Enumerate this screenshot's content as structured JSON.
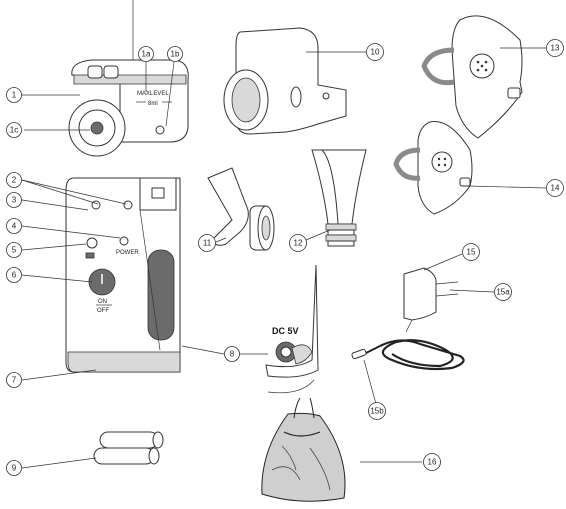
{
  "device_labels": {
    "maxlevel": "MAXLEVEL",
    "ml": "8ml",
    "power": "POWER",
    "on": "ON",
    "off": "OFF",
    "dc": "DC 5V"
  },
  "callouts": [
    {
      "id": "c1",
      "text": "1"
    },
    {
      "id": "c1a",
      "text": "1a"
    },
    {
      "id": "c1b",
      "text": "1b"
    },
    {
      "id": "c1c",
      "text": "1c"
    },
    {
      "id": "c2",
      "text": "2"
    },
    {
      "id": "c3",
      "text": "3"
    },
    {
      "id": "c4",
      "text": "4"
    },
    {
      "id": "c5",
      "text": "5"
    },
    {
      "id": "c6",
      "text": "6"
    },
    {
      "id": "c7",
      "text": "7"
    },
    {
      "id": "c8",
      "text": "8"
    },
    {
      "id": "c9",
      "text": "9"
    },
    {
      "id": "c10",
      "text": "10"
    },
    {
      "id": "c11",
      "text": "11"
    },
    {
      "id": "c12",
      "text": "12"
    },
    {
      "id": "c13",
      "text": "13"
    },
    {
      "id": "c14",
      "text": "14"
    },
    {
      "id": "c15",
      "text": "15"
    },
    {
      "id": "c15a",
      "text": "15a"
    },
    {
      "id": "c15b",
      "text": "15b"
    },
    {
      "id": "c16",
      "text": "16"
    }
  ]
}
